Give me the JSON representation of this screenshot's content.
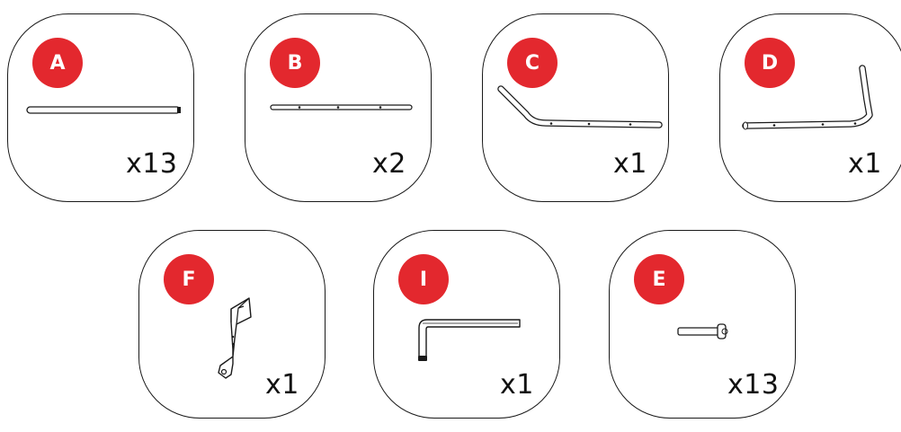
{
  "colors": {
    "badge": "#e3282e",
    "stroke": "#1a1a1a"
  },
  "parts": [
    {
      "letter": "A",
      "quantity": "x13",
      "icon": "straight-tube-icon"
    },
    {
      "letter": "B",
      "quantity": "x2",
      "icon": "drilled-tube-icon"
    },
    {
      "letter": "C",
      "quantity": "x1",
      "icon": "bent-tube-left-icon"
    },
    {
      "letter": "D",
      "quantity": "x1",
      "icon": "bent-tube-right-icon"
    },
    {
      "letter": "F",
      "quantity": "x1",
      "icon": "bracket-icon"
    },
    {
      "letter": "I",
      "quantity": "x1",
      "icon": "hex-key-icon"
    },
    {
      "letter": "E",
      "quantity": "x13",
      "icon": "bolt-icon"
    }
  ]
}
